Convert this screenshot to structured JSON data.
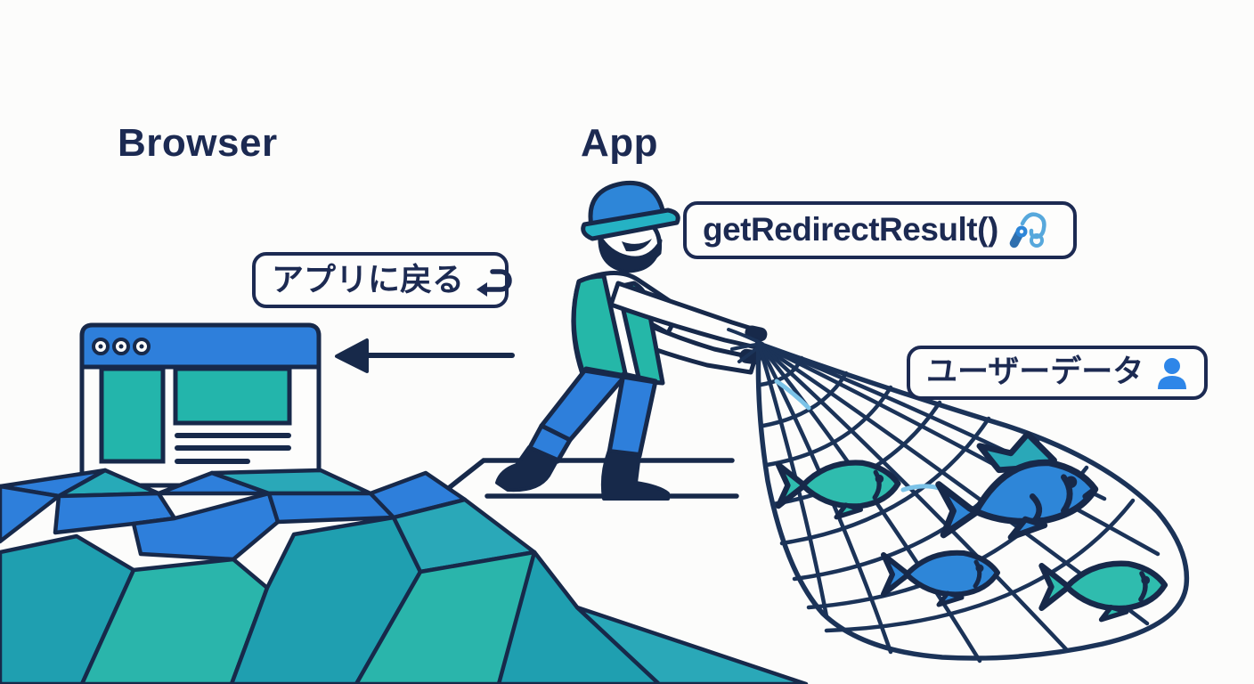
{
  "headings": {
    "browser": "Browser",
    "app": "App"
  },
  "badges": {
    "return_to_app": {
      "label": "アプリに戻る",
      "icon": "return-arrow-icon"
    },
    "get_redirect_result": {
      "label": "getRedirectResult()",
      "icon": "fishing-rod-hook-icon"
    },
    "user_data": {
      "label": "ユーザーデータ",
      "icon": "person-icon"
    }
  },
  "illustration": {
    "scene": "fisherman pulling a net of fish beside a polygonal sea, arrow pointing from app back to a browser window",
    "fish_count": 4,
    "fish_colors": [
      "#2fbcae",
      "#2e86d8",
      "#2e86d8",
      "#2fbcae"
    ]
  },
  "colors": {
    "navy_outline": "#1b2a52",
    "blue": "#2e7fdb",
    "teal": "#2ab5ab",
    "teal_dark": "#1f9fb0",
    "light_blue": "#57a8dc",
    "background": "#fcfcfb"
  }
}
